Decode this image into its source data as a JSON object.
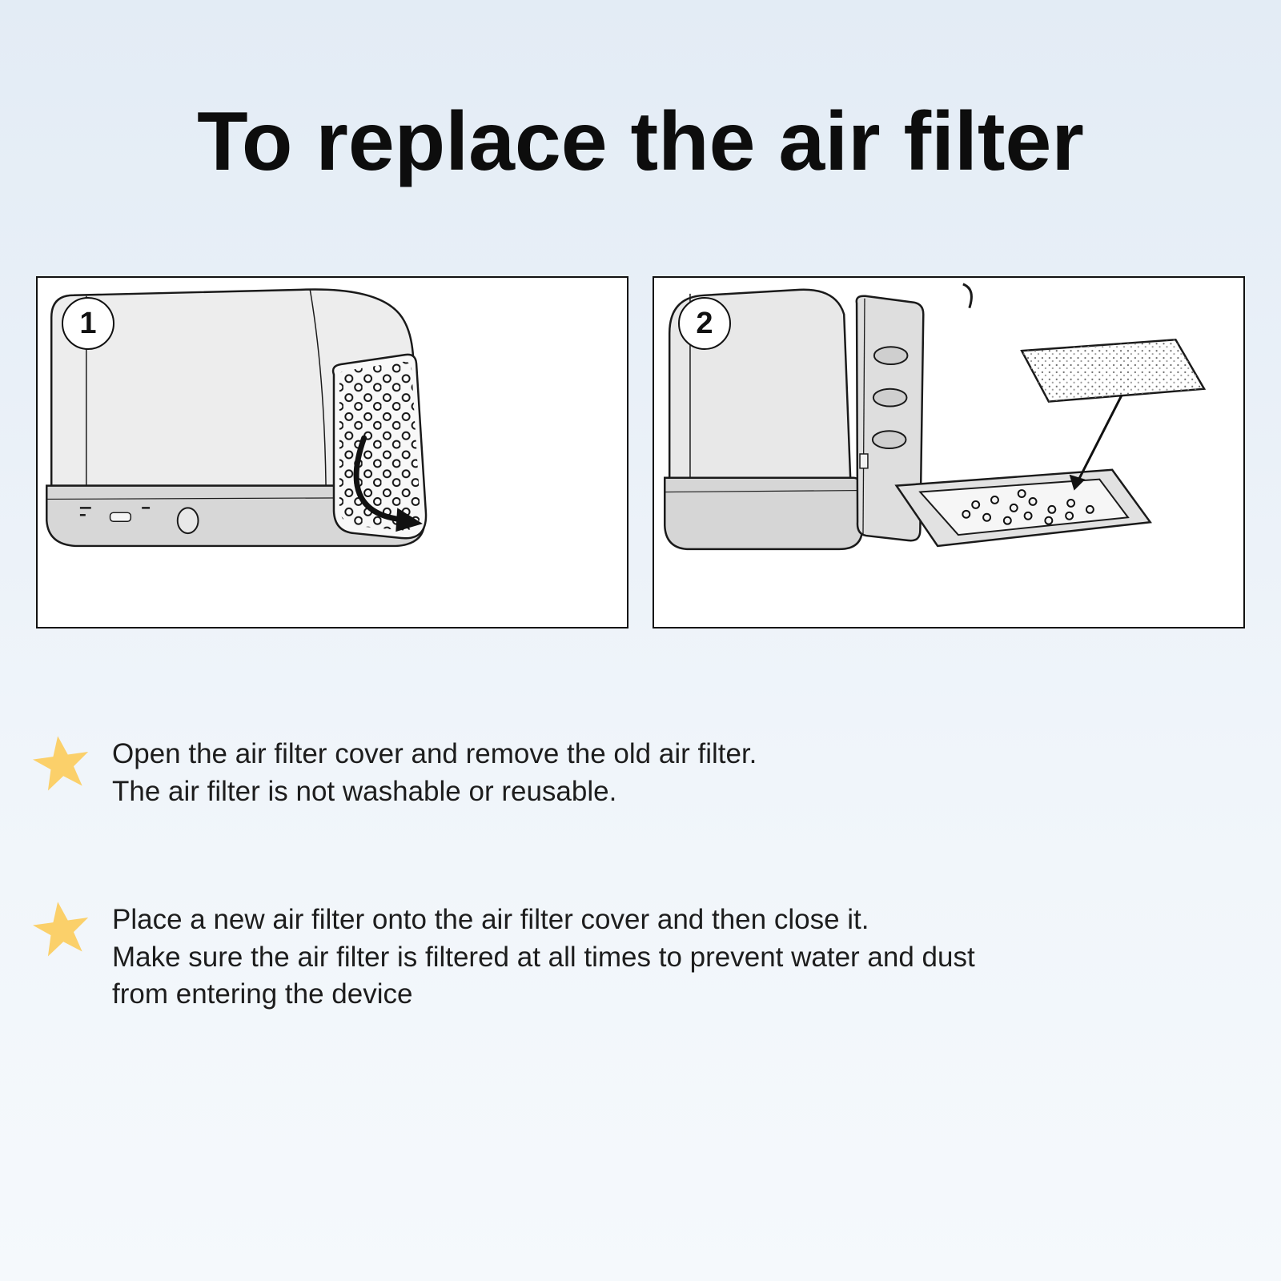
{
  "title": "To replace the air filter",
  "panels": [
    {
      "number": "1"
    },
    {
      "number": "2"
    }
  ],
  "steps": [
    {
      "lines": [
        "Open the air filter cover and remove the old air filter.",
        "The air filter is not washable or reusable."
      ]
    },
    {
      "lines": [
        "Place a new air filter onto the air filter cover and then close it.",
        "Make sure the air filter is filtered at all times to prevent water and dust",
        "from entering the device"
      ]
    }
  ],
  "colors": {
    "background_top": "#e3ecf5",
    "background_bottom": "#f5f9fc",
    "panel_background": "#ffffff",
    "panel_border": "#111111",
    "star_yellow": "#fbd06a",
    "text": "#1d1d1d",
    "device_gray": "#e9e9e9",
    "device_base_gray": "#d7d7d7"
  }
}
